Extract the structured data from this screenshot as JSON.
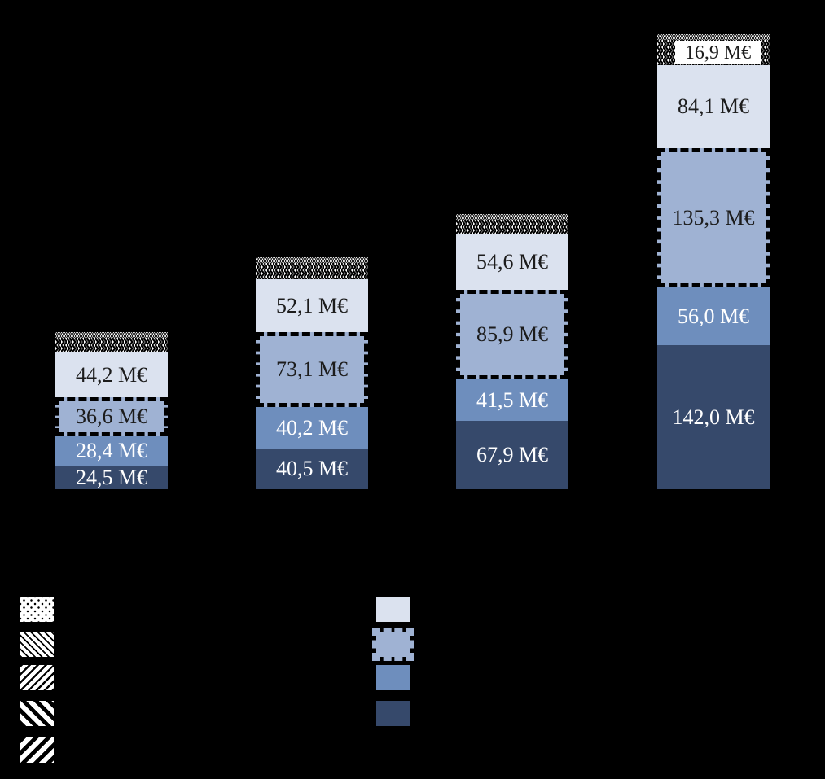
{
  "chart_data": {
    "type": "bar",
    "stacked": true,
    "unit": "M€",
    "background_color": "#000000",
    "grid": false,
    "legend_position": "bottom",
    "categories": [
      "",
      "",
      "",
      ""
    ],
    "series": [
      {
        "name": "dark-navy-segment",
        "color": "#36496b",
        "values": [
          24.5,
          40.5,
          67.9,
          142.0
        ],
        "labels": [
          "24,5 M€",
          "40,5 M€",
          "67,9 M€",
          "142,0 M€"
        ]
      },
      {
        "name": "medium-blue-segment",
        "color": "#6e8ebd",
        "values": [
          28.4,
          40.2,
          41.5,
          56.0
        ],
        "labels": [
          "28,4 M€",
          "40,2 M€",
          "41,5 M€",
          "56,0 M€"
        ]
      },
      {
        "name": "dotted-border-blue-segment",
        "color": "#9fb2d3",
        "border": "black dashed",
        "values": [
          36.6,
          73.1,
          85.9,
          135.3
        ],
        "labels": [
          "36,6 M€",
          "73,1 M€",
          "85,9 M€",
          "135,3 M€"
        ]
      },
      {
        "name": "light-blue-segment",
        "color": "#dbe2ef",
        "values": [
          44.2,
          52.1,
          54.6,
          84.1
        ],
        "labels": [
          "44,2 M€",
          "52,1 M€",
          "54,6 M€",
          "84,1 M€"
        ]
      },
      {
        "name": "hatched-cap-segment",
        "pattern": "black-white-herringbone",
        "values": [
          null,
          null,
          null,
          16.9
        ],
        "labels": [
          "",
          "",
          "",
          "16,9 M€"
        ]
      }
    ],
    "legend": {
      "pattern_swatches": [
        {
          "name": "dots"
        },
        {
          "name": "thin-backslash-stripes"
        },
        {
          "name": "slash-stripes"
        },
        {
          "name": "thick-backslash-stripes"
        },
        {
          "name": "thick-slash-stripes"
        }
      ],
      "color_swatches": [
        {
          "name": "light-blue",
          "color": "#dbe2ef"
        },
        {
          "name": "dotted-border-blue",
          "color": "#9fb2d3",
          "border": "dashed"
        },
        {
          "name": "medium-blue",
          "color": "#6e8ebd"
        },
        {
          "name": "dark-navy",
          "color": "#36496b"
        }
      ]
    }
  }
}
